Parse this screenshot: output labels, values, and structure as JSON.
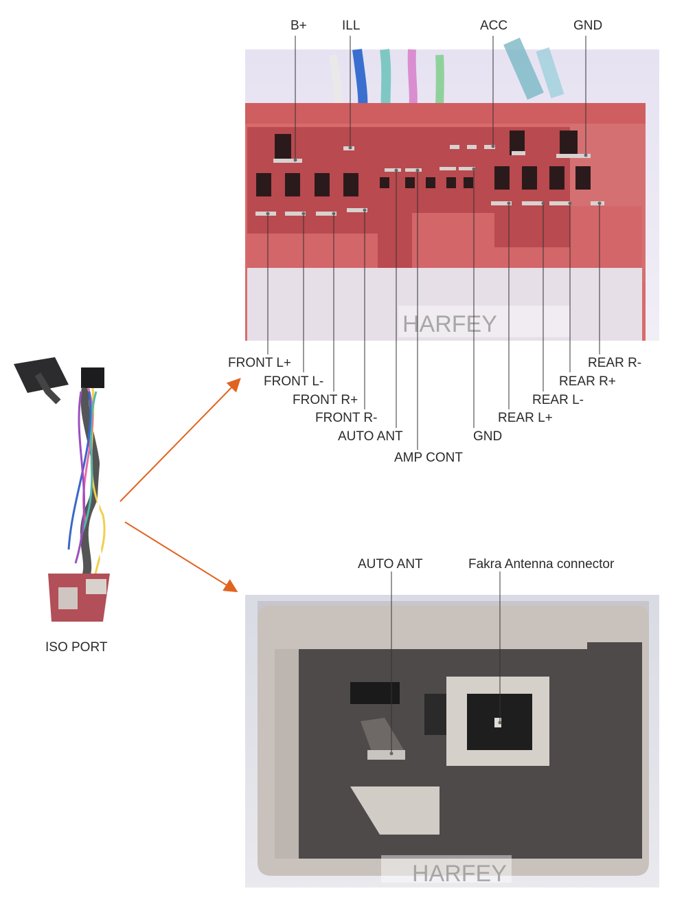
{
  "top_connector": {
    "top_pins": [
      "B+",
      "ILL",
      "ACC",
      "GND"
    ],
    "bottom_pins": [
      "FRONT L+",
      "FRONT L-",
      "FRONT R+",
      "FRONT R-",
      "AUTO ANT",
      "AMP CONT",
      "GND",
      "REAR L+",
      "REAR L-",
      "REAR R+",
      "REAR R-"
    ],
    "watermark": "HARFEY"
  },
  "bottom_connector": {
    "pins": [
      "AUTO ANT",
      "Fakra Antenna connector"
    ],
    "watermark": "HARFEY"
  },
  "harness": {
    "label": "ISO PORT"
  },
  "colors": {
    "arrow": "#e0641f",
    "connector_red": "#c9545a",
    "connector_grey": "#c9c1bc"
  }
}
